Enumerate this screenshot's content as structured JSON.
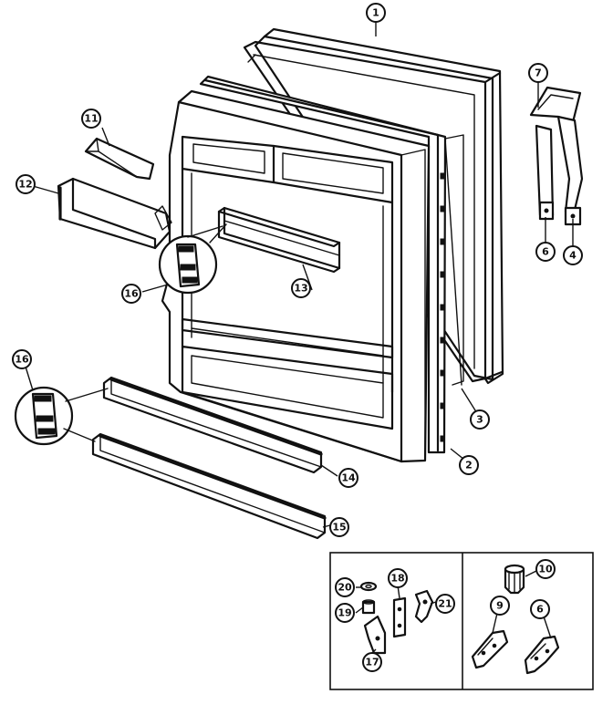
{
  "diagram": {
    "callouts": [
      {
        "id": "c1",
        "label": "1"
      },
      {
        "id": "c2",
        "label": "2"
      },
      {
        "id": "c3",
        "label": "3"
      },
      {
        "id": "c4",
        "label": "4"
      },
      {
        "id": "c6a",
        "label": "6"
      },
      {
        "id": "c6b",
        "label": "6"
      },
      {
        "id": "c7",
        "label": "7"
      },
      {
        "id": "c9",
        "label": "9"
      },
      {
        "id": "c10",
        "label": "10"
      },
      {
        "id": "c11",
        "label": "11"
      },
      {
        "id": "c12",
        "label": "12"
      },
      {
        "id": "c13",
        "label": "13"
      },
      {
        "id": "c14",
        "label": "14"
      },
      {
        "id": "c15",
        "label": "15"
      },
      {
        "id": "c16a",
        "label": "16"
      },
      {
        "id": "c16b",
        "label": "16"
      },
      {
        "id": "c17",
        "label": "17"
      },
      {
        "id": "c18",
        "label": "18"
      },
      {
        "id": "c19",
        "label": "19"
      },
      {
        "id": "c20",
        "label": "20"
      },
      {
        "id": "c21",
        "label": "21"
      }
    ]
  }
}
